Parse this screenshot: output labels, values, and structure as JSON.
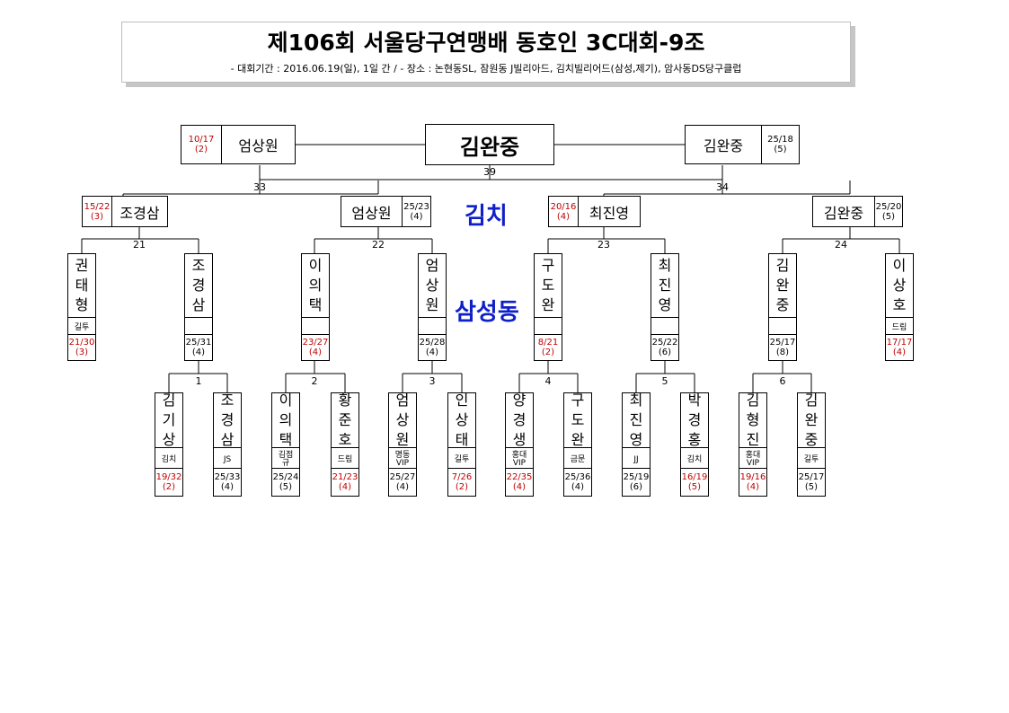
{
  "header": {
    "title": "제106회 서울당구연맹배 동호인 3C대회-9조",
    "subtitle": "-  대회기간 : 2016.06.19(일), 1일 간 / - 장소 : 논현동SL, 잠원동 J빌리아드, 김치빌리어드(삼성,제기), 암사동DS당구클럽"
  },
  "champion": "김완중",
  "final_match_no": "39",
  "venues": {
    "top": "김치",
    "bottom": "삼성동"
  },
  "colors": {
    "loss": "#c00000",
    "venue": "#1020c8"
  },
  "finalists": [
    {
      "name": "엄상원",
      "score": "10/17",
      "inning": "(2)",
      "loss": true
    },
    {
      "name": "김완중",
      "score": "25/18",
      "inning": "(5)",
      "loss": false
    }
  ],
  "semi_matches": [
    "33",
    "34"
  ],
  "quarterfinalists": [
    {
      "name": "조경삼",
      "score": "15/22",
      "inning": "(3)",
      "loss": true
    },
    {
      "name": "엄상원",
      "score": "25/23",
      "inning": "(4)",
      "loss": false
    },
    {
      "name": "최진영",
      "score": "20/16",
      "inning": "(4)",
      "loss": true
    },
    {
      "name": "김완중",
      "score": "25/20",
      "inning": "(5)",
      "loss": false
    }
  ],
  "r2_matches": [
    "21",
    "22",
    "23",
    "24"
  ],
  "r2_players": [
    {
      "chars": [
        "권",
        "태",
        "형"
      ],
      "club": "길투",
      "score": "21/30",
      "inning": "(3)",
      "loss": true
    },
    {
      "chars": [
        "조",
        "경",
        "삼"
      ],
      "club": "",
      "score": "25/31",
      "inning": "(4)",
      "loss": false
    },
    {
      "chars": [
        "이",
        "의",
        "택"
      ],
      "club": "",
      "score": "23/27",
      "inning": "(4)",
      "loss": true
    },
    {
      "chars": [
        "엄",
        "상",
        "원"
      ],
      "club": "",
      "score": "25/28",
      "inning": "(4)",
      "loss": false
    },
    {
      "chars": [
        "구",
        "도",
        "완"
      ],
      "club": "",
      "score": "8/21",
      "inning": "(2)",
      "loss": true
    },
    {
      "chars": [
        "최",
        "진",
        "영"
      ],
      "club": "",
      "score": "25/22",
      "inning": "(6)",
      "loss": false
    },
    {
      "chars": [
        "김",
        "완",
        "중"
      ],
      "club": "",
      "score": "25/17",
      "inning": "(8)",
      "loss": false
    },
    {
      "chars": [
        "이",
        "상",
        "호"
      ],
      "club": "드림",
      "score": "17/17",
      "inning": "(4)",
      "loss": true
    }
  ],
  "r1_matches": [
    "1",
    "2",
    "3",
    "4",
    "5",
    "6"
  ],
  "r1_players": [
    {
      "chars": [
        "김",
        "기",
        "상"
      ],
      "club": "김치",
      "score": "19/32",
      "inning": "(2)",
      "loss": true
    },
    {
      "chars": [
        "조",
        "경",
        "삼"
      ],
      "club": "JS",
      "score": "25/33",
      "inning": "(4)",
      "loss": false
    },
    {
      "chars": [
        "이",
        "의",
        "택"
      ],
      "club": "김점\n규",
      "score": "25/24",
      "inning": "(5)",
      "loss": false
    },
    {
      "chars": [
        "황",
        "준",
        "호"
      ],
      "club": "드림",
      "score": "21/23",
      "inning": "(4)",
      "loss": true
    },
    {
      "chars": [
        "엄",
        "상",
        "원"
      ],
      "club": "명동\nVIP",
      "score": "25/27",
      "inning": "(4)",
      "loss": false
    },
    {
      "chars": [
        "인",
        "상",
        "태"
      ],
      "club": "길투",
      "score": "7/26",
      "inning": "(2)",
      "loss": true
    },
    {
      "chars": [
        "양",
        "경",
        "생"
      ],
      "club": "홍대\nVIP",
      "score": "22/35",
      "inning": "(4)",
      "loss": true
    },
    {
      "chars": [
        "구",
        "도",
        "완"
      ],
      "club": "금문",
      "score": "25/36",
      "inning": "(4)",
      "loss": false
    },
    {
      "chars": [
        "최",
        "진",
        "영"
      ],
      "club": "JJ",
      "score": "25/19",
      "inning": "(6)",
      "loss": false
    },
    {
      "chars": [
        "박",
        "경",
        "홍"
      ],
      "club": "김치",
      "score": "16/19",
      "inning": "(5)",
      "loss": true
    },
    {
      "chars": [
        "김",
        "형",
        "진"
      ],
      "club": "홍대\nVIP",
      "score": "19/16",
      "inning": "(4)",
      "loss": true
    },
    {
      "chars": [
        "김",
        "완",
        "중"
      ],
      "club": "길투",
      "score": "25/17",
      "inning": "(5)",
      "loss": false
    }
  ]
}
